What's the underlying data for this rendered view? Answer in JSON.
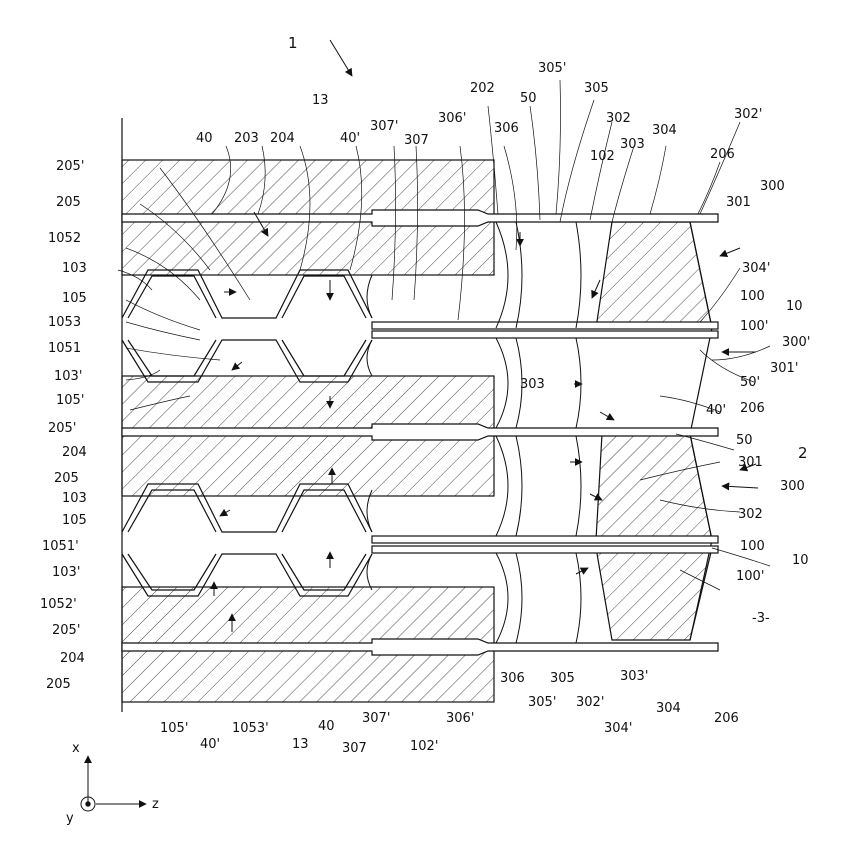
{
  "figure": {
    "labels": {
      "l1": "1",
      "l13a": "13",
      "l40a": "40",
      "l203": "203",
      "l204a": "204",
      "l40pa": "40'",
      "l307pa": "307'",
      "l307a": "307",
      "l306pa": "306'",
      "l202": "202",
      "l306a": "306",
      "l50a": "50",
      "l305pa": "305'",
      "l305a": "305",
      "l302a": "302",
      "l102a": "102",
      "l303a": "303",
      "l304a": "304",
      "l302pa": "302'",
      "l206a": "206",
      "l300a": "300",
      "l301a": "301",
      "l205pa": "205'",
      "l205a": "205",
      "l1052a": "1052",
      "l103a": "103",
      "l105a": "105",
      "l1053a": "1053",
      "l1051a": "1051",
      "l103pa": "103'",
      "l105pa": "105'",
      "l205pb": "205'",
      "l304pa": "304'",
      "l100a": "100",
      "l10a": "10",
      "l100pa": "100'",
      "l300pa": "300'",
      "l301pa": "301'",
      "l50pa": "50'",
      "l40pb": "40'",
      "l206b": "206",
      "l303b": "303",
      "l50b": "50",
      "l204b": "204",
      "l205b": "205",
      "l2": "2",
      "l301b": "301",
      "l300b": "300",
      "l103b": "103",
      "l105b": "105",
      "l302b": "302",
      "l1051pb": "1051'",
      "l100b": "100",
      "l10b": "10",
      "l103pb": "103'",
      "l100pb": "100'",
      "l1052pb": "1052'",
      "l3": "-3-",
      "l205pc": "205'",
      "l204c": "204",
      "l205c": "205",
      "l306b": "306",
      "l305b": "305",
      "l303pb": "303'",
      "l305pb": "305'",
      "l302pb": "302'",
      "l304b": "304",
      "l206c": "206",
      "l304pb": "304'",
      "l105pb": "105'",
      "l40pc": "40'",
      "l1053pb": "1053'",
      "l13b": "13",
      "l40b": "40",
      "l307pb": "307'",
      "l307b": "307",
      "l306pb": "306'",
      "l102pb": "102'",
      "lx": "x",
      "ly": "y",
      "lz": "z"
    }
  }
}
